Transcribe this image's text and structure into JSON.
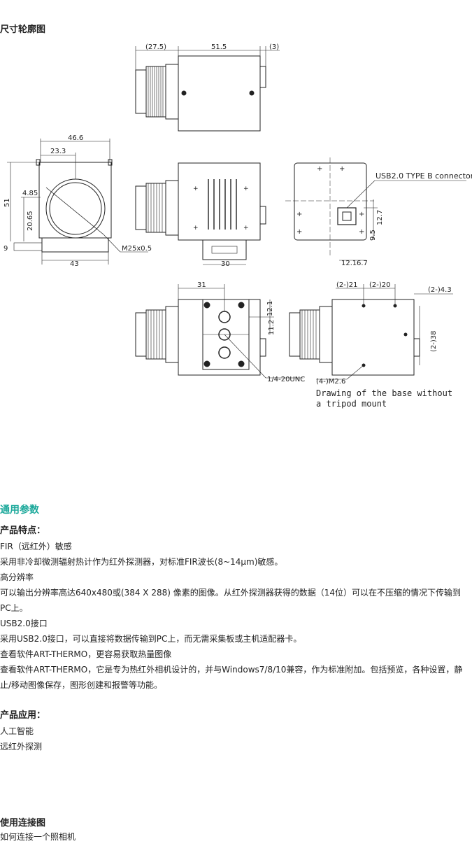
{
  "sections": {
    "dimension_title": "尺寸轮廓图",
    "general_title": "通用参数",
    "connection_title": "使用连接图",
    "connection_text": "如何连接一个照相机"
  },
  "drawing": {
    "top_dims": [
      "(27.5)",
      "51.5",
      "(3)"
    ],
    "front_dims": [
      "46.6",
      "23.3",
      "51",
      "4.85",
      "20.65",
      "9",
      "43",
      "M25x0.5"
    ],
    "side_dims": [
      "30"
    ],
    "back_label": "USB2.0 TYPE B connector",
    "back_dims": [
      "12.7",
      "9.5",
      "12.1",
      "6.7"
    ],
    "bottom_dims": [
      "31",
      "12.1",
      "11.2",
      "1/4-20UNC"
    ],
    "base_dims": [
      "(2-)21",
      "(2-)20",
      "(2-)4.3",
      "(2-)38",
      "(4-)M2.6"
    ],
    "base_note_1": "Drawing of the base without",
    "base_note_2": "a tripod mount"
  },
  "features": {
    "title": "产品特点：",
    "lines": [
      "FIR（远红外）敏感",
      "采用非冷却微测辐射热计作为红外探测器，对标准FIR波长(8~14μm)敏感。",
      "高分辨率",
      "可以输出分辨率高达640x480或(384 X 288) 像素的图像。从红外探测器获得的数据（14位）可以在不压缩的情况下传输到PC上。",
      "USB2.0接口",
      "采用USB2.0接口，可以直接将数据传输到PC上，而无需采集板或主机适配器卡。",
      "查看软件ART-THERMO，更容易获取热量图像",
      "查看软件ART-THERMO，它是专为热红外相机设计的，并与Windows7/8/10兼容，作为标准附加。包括预览，各种设置，静止/移动图像保存，图形创建和报警等功能。"
    ]
  },
  "applications": {
    "title": "产品应用：",
    "lines": [
      "人工智能",
      "远红外探测"
    ]
  },
  "colors": {
    "accent": "#1aa89a",
    "text": "#222222"
  }
}
